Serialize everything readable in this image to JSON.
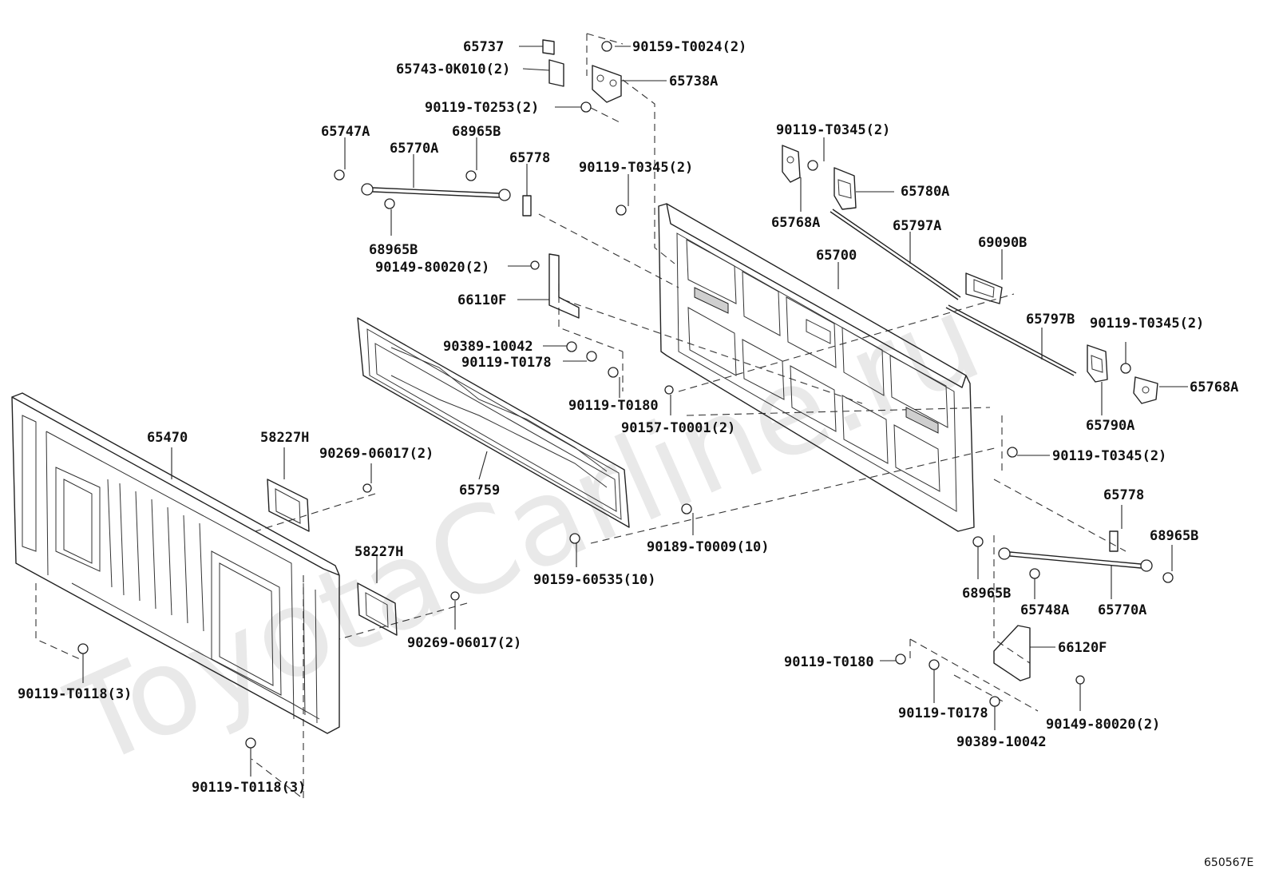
{
  "watermark": "ToyotaCarline.ru",
  "drawing_code": "650567E",
  "labels": {
    "l65737": "65737",
    "l90159_T0024": "90159-T0024(2)",
    "l65743_0K010": "65743-0K010(2)",
    "l65738A": "65738A",
    "l90119_T0253": "90119-T0253(2)",
    "l65747A": "65747A",
    "l68965B_a": "68965B",
    "l65770A_a": "65770A",
    "l65778_a": "65778",
    "l90119_T0345_a": "90119-T0345(2)",
    "l90119_T0345_b": "90119-T0345(2)",
    "l65768A_a": "65768A",
    "l65780A": "65780A",
    "l65797A": "65797A",
    "l69090B": "69090B",
    "l65700": "65700",
    "l68965B_b": "68965B",
    "l90149_80020_a": "90149-80020(2)",
    "l66110F": "66110F",
    "l90389_10042_a": "90389-10042",
    "l90119_T0178_a": "90119-T0178",
    "l90119_T0180_a": "90119-T0180",
    "l90157_T0001": "90157-T0001(2)",
    "l65797B": "65797B",
    "l90119_T0345_c": "90119-T0345(2)",
    "l65768A_b": "65768A",
    "l65790A": "65790A",
    "l90119_T0345_d": "90119-T0345(2)",
    "l65470": "65470",
    "l58227H_a": "58227H",
    "l90269_06017_a": "90269-06017(2)",
    "l65759": "65759",
    "l90189_T0009": "90189-T0009(10)",
    "l90159_60535": "90159-60535(10)",
    "l65778_b": "65778",
    "l68965B_c": "68965B",
    "l68965B_d": "68965B",
    "l65748A": "65748A",
    "l65770A_b": "65770A",
    "l58227H_b": "58227H",
    "l90269_06017_b": "90269-06017(2)",
    "l66120F": "66120F",
    "l90119_T0180_b": "90119-T0180",
    "l90119_T0178_b": "90119-T0178",
    "l90149_80020_b": "90149-80020(2)",
    "l90389_10042_b": "90389-10042",
    "l90119_T0118_a": "90119-T0118(3)",
    "l90119_T0118_b": "90119-T0118(3)"
  }
}
